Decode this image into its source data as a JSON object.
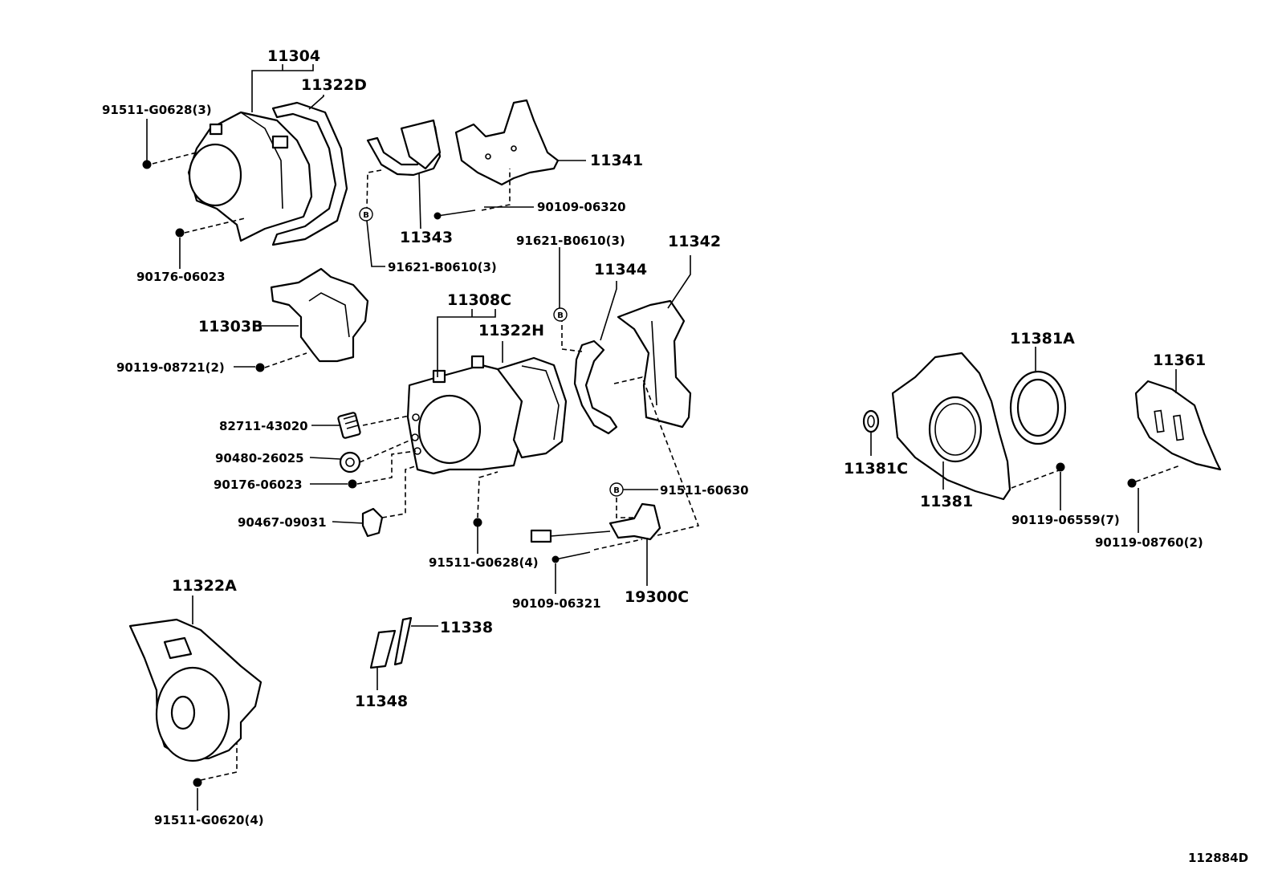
{
  "diagram_id": "112884D",
  "ref_mark": "B",
  "labels": {
    "p11304": "11304",
    "p11322D": "11322D",
    "p91511_G0628_3": "91511-G0628(3)",
    "p90176_06023_a": "90176-06023",
    "p11341": "11341",
    "p90109_06320": "90109-06320",
    "p11343": "11343",
    "p91621_B0610_3_a": "91621-B0610(3)",
    "p91621_B0610_3_b": "91621-B0610(3)",
    "p11342": "11342",
    "p11344": "11344",
    "p11303B": "11303B",
    "p90119_08721_2": "90119-08721(2)",
    "p11308C": "11308C",
    "p11322H": "11322H",
    "p82711_43020": "82711-43020",
    "p90480_26025": "90480-26025",
    "p90176_06023_b": "90176-06023",
    "p90467_09031": "90467-09031",
    "p91511_G0628_4": "91511-G0628(4)",
    "p91511_60630": "91511-60630",
    "p90109_06321": "90109-06321",
    "p19300C": "19300C",
    "p11381A": "11381A",
    "p11361": "11361",
    "p11381C": "11381C",
    "p11381": "11381",
    "p90119_06559_7": "90119-06559(7)",
    "p90119_08760_2": "90119-08760(2)",
    "p11322A": "11322A",
    "p11338": "11338",
    "p11348": "11348",
    "p91511_G0620_4": "91511-G0620(4)"
  }
}
